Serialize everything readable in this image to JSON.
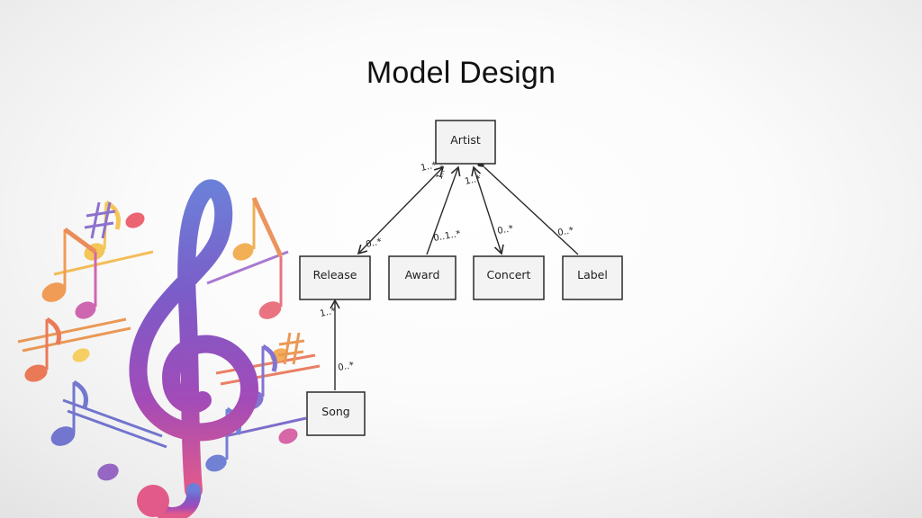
{
  "slide": {
    "title": "Model Design"
  },
  "diagram": {
    "classes": {
      "artist": "Artist",
      "release": "Release",
      "award": "Award",
      "concert": "Concert",
      "label": "Label",
      "song": "Song"
    },
    "multiplicities": {
      "artist_release_top": "1..*",
      "artist_award_top": "1..*",
      "artist_concert_top": "1..*",
      "artist_release_bottom": "0..*",
      "artist_award_bottom": "0..1..*",
      "artist_concert_bottom": "0..*",
      "artist_label_bottom": "0..*",
      "release_song_top": "1..*",
      "release_song_bottom": "0..*"
    }
  },
  "colors": {
    "box_fill": "#f3f3f3",
    "box_stroke": "#2a2a2a",
    "line": "#2a2a2a",
    "title": "#111111"
  },
  "decor": {
    "art_icon": "treble-clef-music-notes-illustration"
  }
}
